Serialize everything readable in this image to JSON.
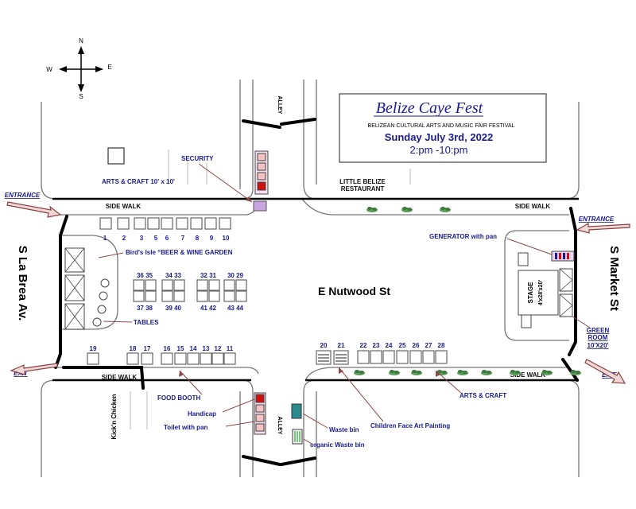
{
  "compass": {
    "n": "N",
    "s": "S",
    "e": "E",
    "w": "W"
  },
  "title_box": {
    "title": "Belize Caye Fest",
    "subtitle": "BELIZEAN CULTURAL ARTS AND MUSIC FAIR FESTIVAL",
    "date": "Sunday July 3rd, 2022",
    "time": "2:pm -10:pm"
  },
  "streets": {
    "main": "E Nutwood St",
    "west": "S La Brea Av.",
    "east": "S Market St",
    "alley": "ALLEY"
  },
  "labels": {
    "entrance": "ENTRANCE",
    "exit": "EXIT",
    "sidewalk": "SIDE WALK",
    "security": "SECURITY",
    "arts_craft_top": "ARTS & CRAFT 10' x 10'",
    "little_belize": "LITTLE BELIZE",
    "restaurant": "RESTAURANT",
    "generator": "GENERATOR with pan",
    "beer_garden": "Bird's Isle “BEER & WINE GARDEN",
    "tables": "TABLES",
    "stage": "STAGE",
    "stage_size": "4'x28'x20'",
    "green_room_1": "GREEN",
    "green_room_2": "ROOM",
    "green_room_3": "10'X20'",
    "food_booth": "FOOD BOOTH",
    "handicap": "Handicap",
    "toilet": "Toilet with pan",
    "kickn_chicken": "Kick'n Chicken",
    "waste_bin": "Waste bin",
    "organic_waste": "organic Waste bin",
    "face_art": "Children Face Art Painting",
    "arts_craft_bottom": "ARTS & CRAFT"
  },
  "booths": {
    "top_row": [
      "1",
      "2",
      "3",
      "5",
      "6",
      "7",
      "8",
      "9",
      "10"
    ],
    "beer_a": [
      "36",
      "35",
      "37",
      "38"
    ],
    "beer_b": [
      "34",
      "33",
      "39",
      "40"
    ],
    "beer_c": [
      "32",
      "31",
      "41",
      "42"
    ],
    "beer_d": [
      "30",
      "29",
      "43",
      "44"
    ],
    "bottom_left": [
      "19",
      "18",
      "17",
      "16",
      "15",
      "14",
      "13",
      "12",
      "11"
    ],
    "bottom_mid": [
      "20",
      "21"
    ],
    "bottom_right": [
      "22",
      "23",
      "24",
      "25",
      "26",
      "27",
      "28"
    ]
  },
  "colors": {
    "title_blue": "#1a1a8c",
    "booth_label": "#1a1a8c",
    "security_box": "#c9a6e0",
    "toilet_red": "#d01010",
    "toilet_pink": "#f4c4c4",
    "waste_teal": "#2e8b8b",
    "organic_green": "#7cc47c",
    "generator": "#d01010",
    "arrow_fill": "#f0d8d8"
  }
}
